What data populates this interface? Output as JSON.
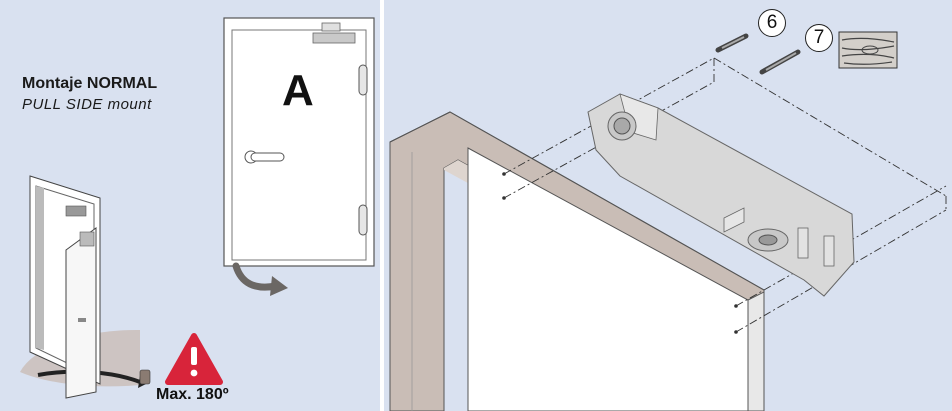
{
  "mount": {
    "title": "Montaje NORMAL",
    "subtitle": "PULL SIDE mount"
  },
  "door_label": "A",
  "max_angle": "Max. 180º",
  "parts": [
    {
      "number": "6"
    },
    {
      "number": "7"
    }
  ],
  "colors": {
    "background": "#d9e1f0",
    "frame": "#c9bdb6",
    "closer": "#d8d8d8",
    "warning": "#d8243a",
    "arrow": "#6b6764"
  }
}
